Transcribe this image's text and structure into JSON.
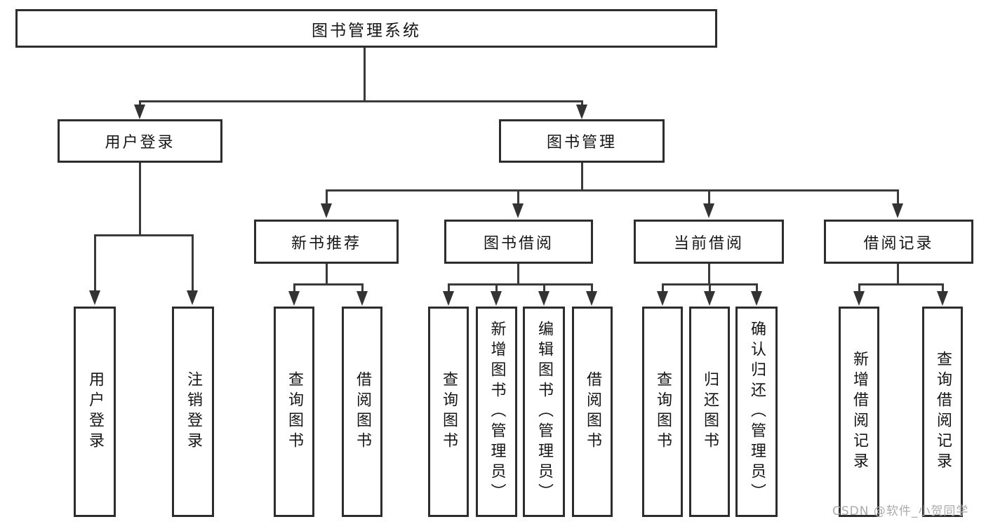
{
  "title": "图书管理系统",
  "branches": {
    "user_login": {
      "label": "用户登录",
      "children": [
        "用户登录",
        "注销登录"
      ]
    },
    "book_mgmt": {
      "label": "图书管理"
    }
  },
  "modules": [
    {
      "label": "新书推荐",
      "children": [
        "查询图书",
        "借阅图书"
      ]
    },
    {
      "label": "图书借阅",
      "children": [
        "查询图书",
        "新增图书（管理员）",
        "编辑图书（管理员）",
        "借阅图书"
      ]
    },
    {
      "label": "当前借阅",
      "children": [
        "查询图书",
        "归还图书",
        "确认归还（管理员）"
      ]
    },
    {
      "label": "借阅记录",
      "children": [
        "新增借阅记录",
        "查询借阅记录"
      ]
    }
  ],
  "watermark": "CSDN @软件_小贺同学",
  "colors": {
    "line": "#3a3a3a",
    "box_border": "#2d2d2d",
    "text": "#161616",
    "watermark": "#ababab",
    "background": "#ffffff"
  }
}
